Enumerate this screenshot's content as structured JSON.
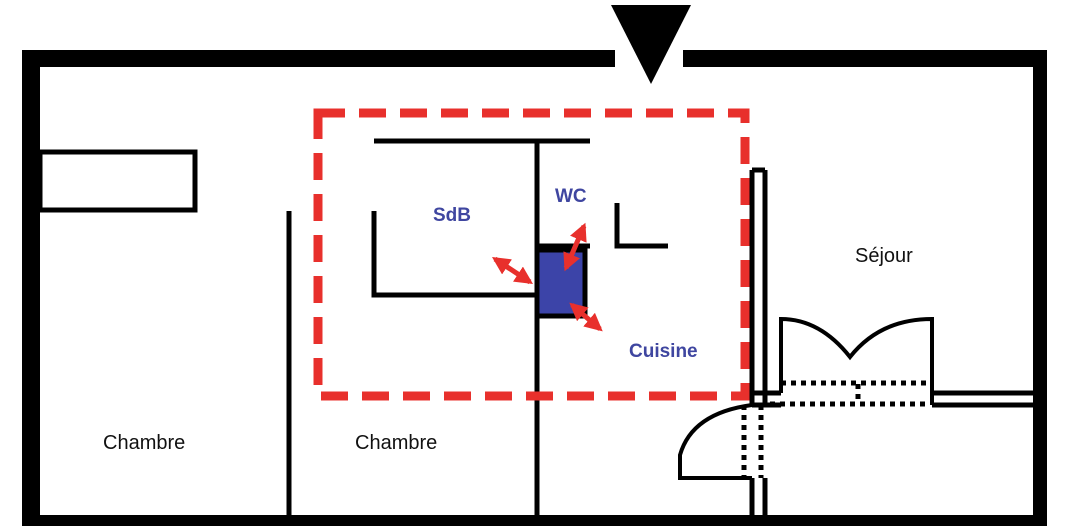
{
  "rooms": {
    "sdb": "SdB",
    "wc": "WC",
    "cuisine": "Cuisine",
    "sejour": "Séjour",
    "chambre_left": "Chambre",
    "chambre_middle": "Chambre"
  },
  "colors": {
    "wall": "#000000",
    "highlight": "#e8302c",
    "shaft": "#3c44a8",
    "wet_room_label": "#3f46a0"
  },
  "icons": {
    "entrance": "entrance-triangle-icon",
    "arrows": "double-arrow-icon"
  }
}
